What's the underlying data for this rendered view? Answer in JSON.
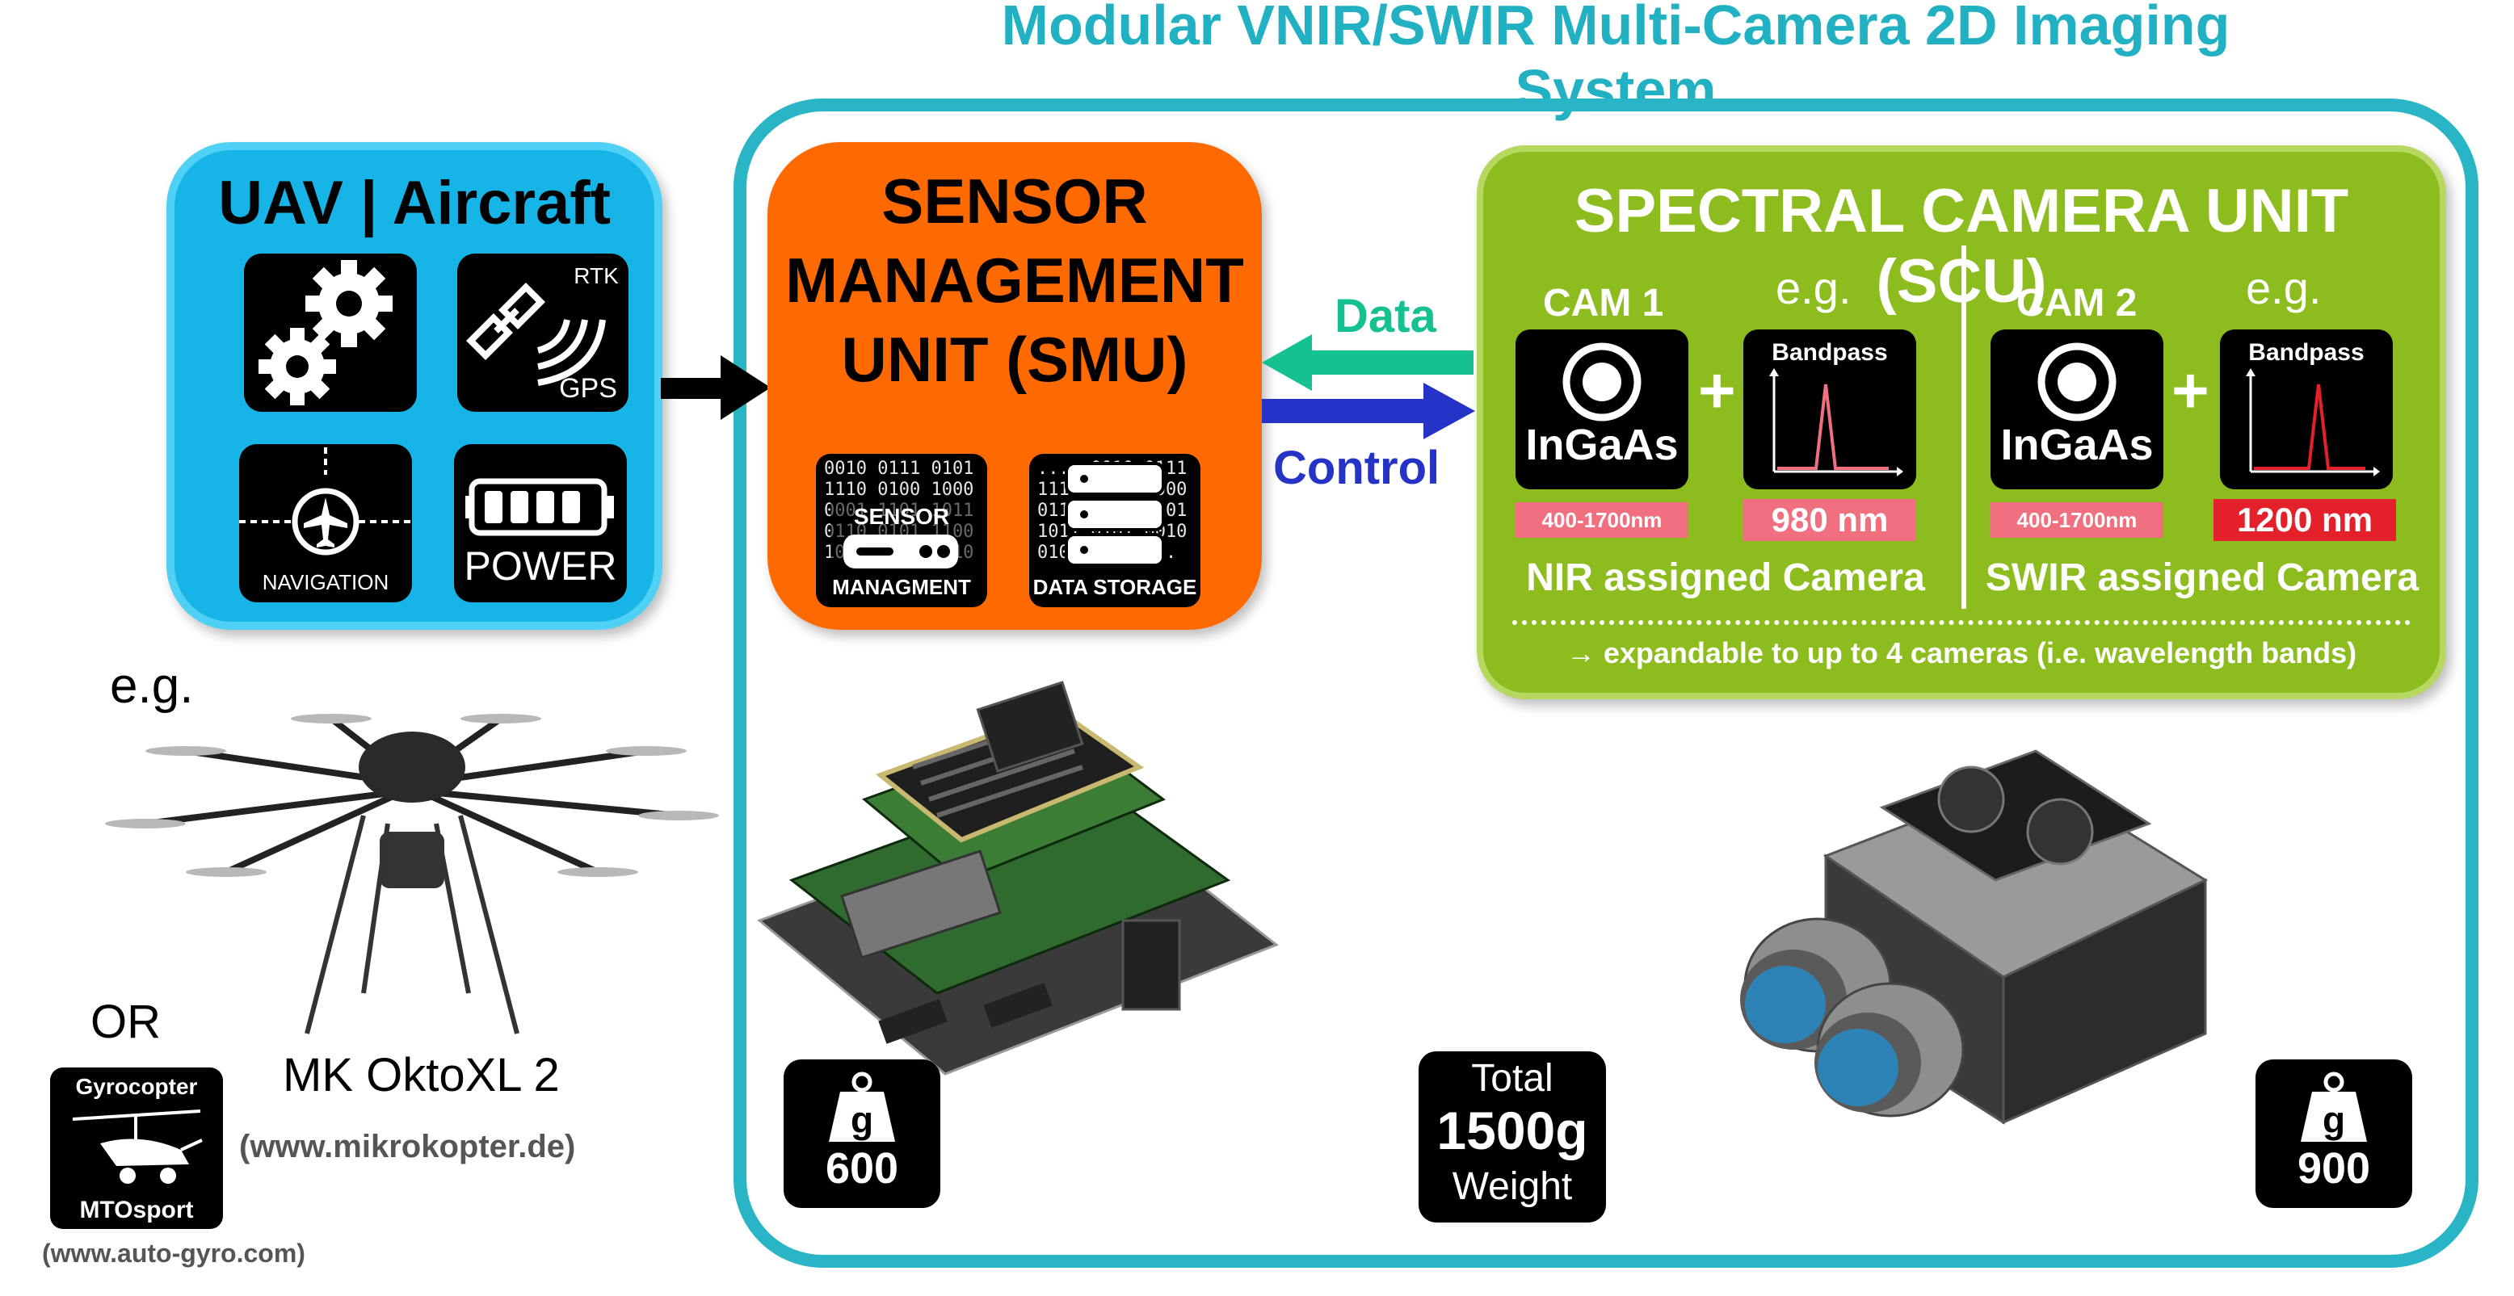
{
  "title": "Modular VNIR/SWIR Multi-Camera 2D Imaging System",
  "uav": {
    "title": "UAV | Aircraft",
    "tiles": [
      {
        "icon": "gears-icon",
        "label": ""
      },
      {
        "icon": "satellite-icon",
        "label": "GPS",
        "sublabel": "RTK"
      },
      {
        "icon": "airplane-navigation-icon",
        "label": "NAVIGATION"
      },
      {
        "icon": "battery-icon",
        "label": "POWER"
      }
    ]
  },
  "smu": {
    "title_lines": [
      "SENSOR",
      "MANAGEMENT",
      "UNIT (SMU)"
    ],
    "tiles": [
      {
        "icon": "sensor-device-icon",
        "label": "MANAGMENT",
        "overlay": "SENSOR",
        "binary": "0010 0111 0101\n1110 0100 1000\n0001 1101 1011\n0110 0101 1100\n1010 0011 0110"
      },
      {
        "icon": "server-stack-icon",
        "label": "DATA STORAGE",
        "binary": ".... 0010 0111\n1110 0100 1000\n0111 1101 0001\n1011 0101 0010\n0101 0110 ..."
      }
    ]
  },
  "arrows": {
    "data": "Data",
    "control": "Control"
  },
  "scu": {
    "title": "SPECTRAL CAMERA UNIT (SCU)",
    "cameras": [
      {
        "name": "CAM 1",
        "eg": "e.g.",
        "sensor": "InGaAs",
        "filter": "Bandpass",
        "range": "400-1700nm",
        "wavelength": "980 nm",
        "assigned": "NIR assigned Camera"
      },
      {
        "name": "CAM 2",
        "eg": "e.g.",
        "sensor": "InGaAs",
        "filter": "Bandpass",
        "range": "400-1700nm",
        "wavelength": "1200 nm",
        "assigned": "SWIR assigned Camera"
      }
    ],
    "plus": "+",
    "note": "→ expandable to up to 4 cameras (i.e. wavelength bands)"
  },
  "weights": {
    "smu": {
      "unit": "g",
      "value": "600"
    },
    "total": {
      "line1": "Total",
      "line2": "1500g",
      "line3": "Weight"
    },
    "scu": {
      "unit": "g",
      "value": "900"
    }
  },
  "left": {
    "eg": "e.g.",
    "drone_name": "MK OktoXL 2",
    "drone_url": "(www.mikrokopter.de)",
    "or": "OR",
    "gyro_top": "Gyrocopter",
    "gyro_bottom": "MTOsport",
    "gyro_url": "(www.auto-gyro.com)"
  },
  "colors": {
    "uav": "#17b4e8",
    "smu": "#ff6a00",
    "scu": "#8cbc1e",
    "frame": "#29b5c6",
    "data_arrow": "#16c191",
    "control_arrow": "#2633c7"
  }
}
